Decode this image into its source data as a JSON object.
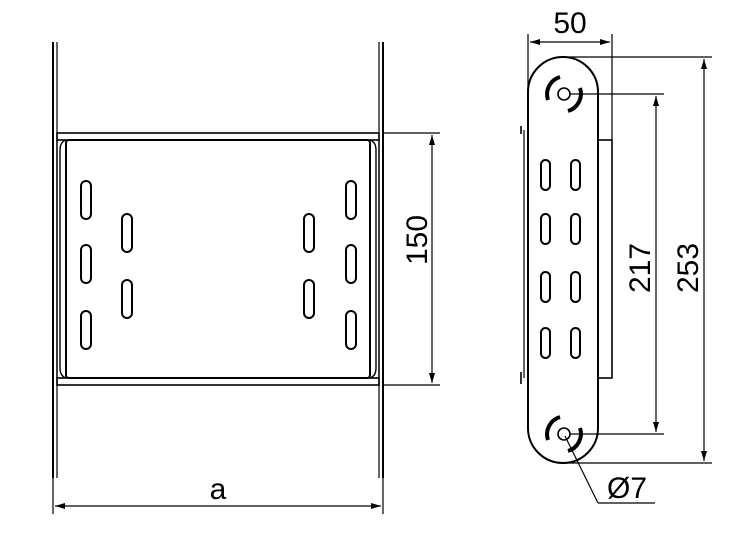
{
  "dimensions": {
    "width": "a",
    "height": "150",
    "depth": "50",
    "hole_pitch": "217",
    "overall_length": "253",
    "hole_diameter": "Ø7"
  },
  "colors": {
    "line": "#000000",
    "background": "#ffffff"
  }
}
